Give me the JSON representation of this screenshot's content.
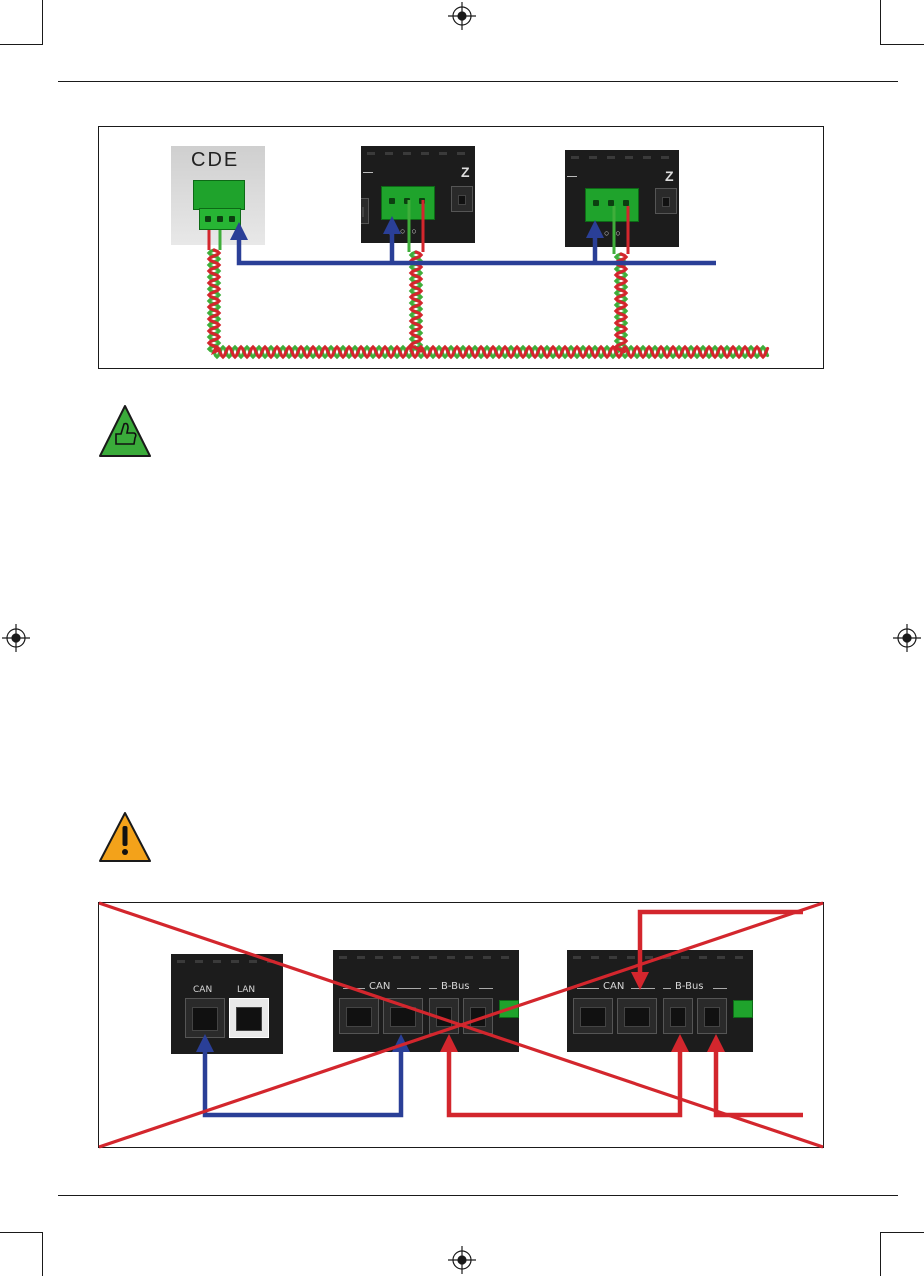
{
  "top_diagram": {
    "cde_label": "CDE",
    "device2_edge_label": "Z",
    "device3_edge_label": "Z"
  },
  "icons": {
    "good_practice": "thumbs-up-icon",
    "warning": "exclamation-warning-icon"
  },
  "bottom_diagram": {
    "device1": {
      "can_label": "CAN",
      "lan_label": "LAN"
    },
    "device2": {
      "can_label": "CAN",
      "bbus_label": "B-Bus"
    },
    "device3": {
      "can_label": "CAN",
      "bbus_label": "B-Bus"
    }
  },
  "colors": {
    "can_wire": "#2a3f97",
    "bbus_wire": "#d3262d",
    "twisted_green": "#3fae3a",
    "twisted_red": "#d3262d",
    "cross_out": "#d3262d",
    "good_icon": "#3aab3a",
    "warning_icon": "#f3a21a"
  }
}
